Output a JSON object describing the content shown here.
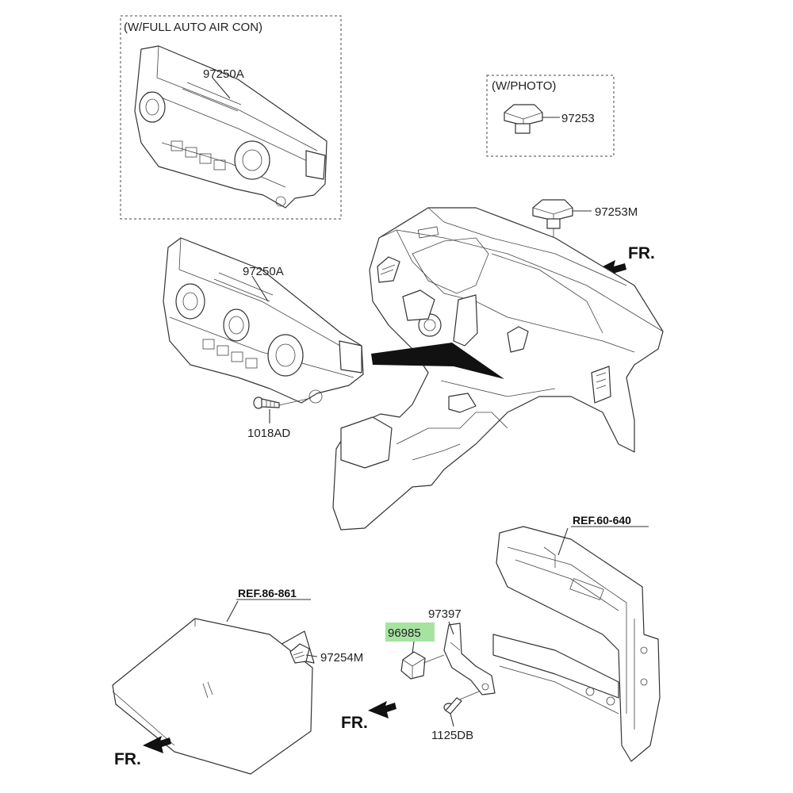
{
  "variant_boxes": {
    "full_auto": "(W/FULL AUTO AIR CON)",
    "photo": "(W/PHOTO)"
  },
  "part_numbers": {
    "heater_control_top": "97250A",
    "heater_control_main": "97250A",
    "photo_sensor_box": "97253",
    "photo_sensor_dash": "97253M",
    "screw": "1018AD",
    "windshield_sensor": "97254M",
    "bracket": "97397",
    "highlighted_sensor": "96985",
    "bolt": "1125DB"
  },
  "references": {
    "windshield": "REF.86-861",
    "frame": "REF.60-640"
  },
  "direction_labels": {
    "front_dash": "FR.",
    "front_bracket": "FR.",
    "front_windshield": "FR."
  },
  "highlight_color": "#a6e3a1"
}
